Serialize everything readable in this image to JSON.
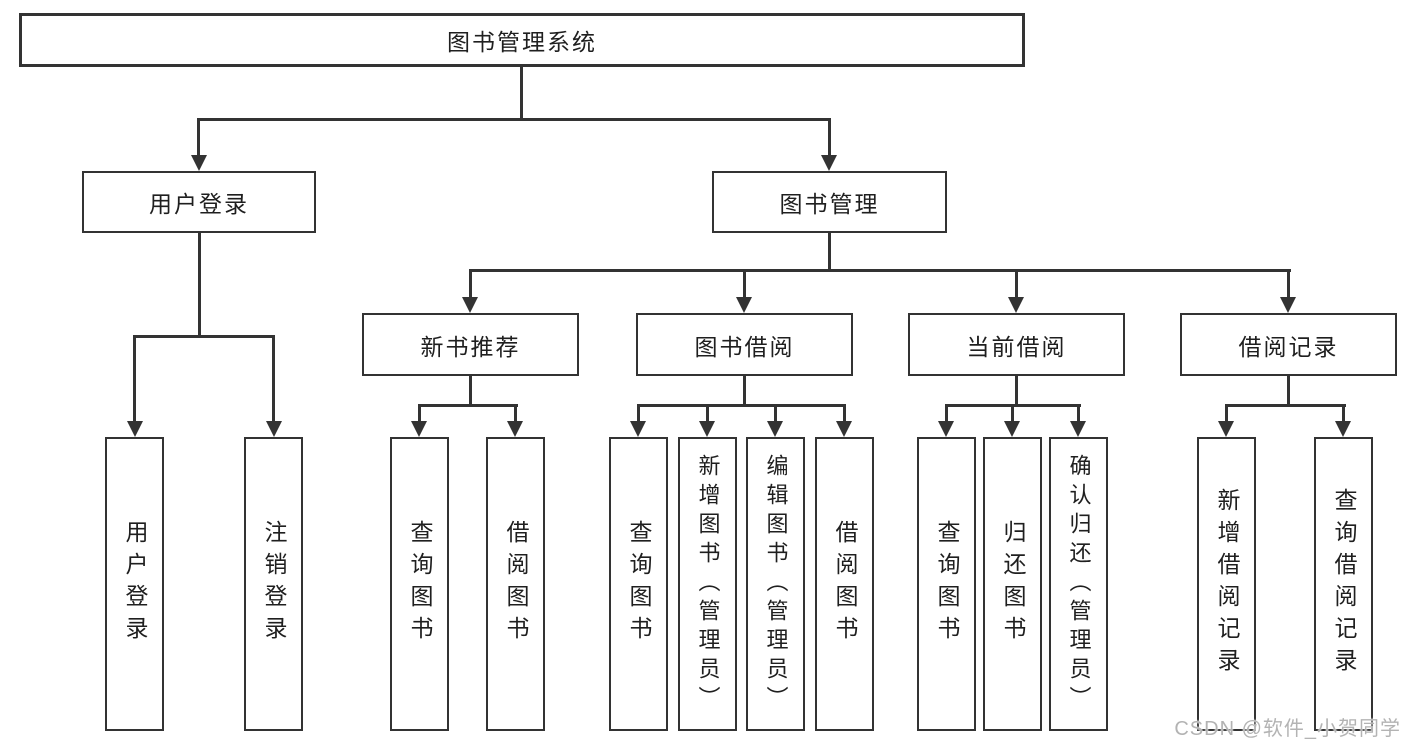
{
  "nodes": {
    "root": "图书管理系统",
    "user_login": "用户登录",
    "book_mgmt": "图书管理",
    "new_book_rec": "新书推荐",
    "book_borrow": "图书借阅",
    "current_borrow": "当前借阅",
    "borrow_record": "借阅记录",
    "leaf_user_login": "用户登录",
    "leaf_logout": "注销登录",
    "leaf_query_book_a": "查询图书",
    "leaf_borrow_book_a": "借阅图书",
    "leaf_query_book_b": "查询图书",
    "leaf_add_book": "新增图书（管理员）",
    "leaf_edit_book": "编辑图书（管理员）",
    "leaf_borrow_book_b": "借阅图书",
    "leaf_query_book_c": "查询图书",
    "leaf_return_book": "归还图书",
    "leaf_confirm_return": "确认归还（管理员）",
    "leaf_add_record": "新增借阅记录",
    "leaf_query_record": "查询借阅记录"
  },
  "tree": {
    "label": "图书管理系统",
    "children": [
      {
        "label": "用户登录",
        "children": [
          {
            "label": "用户登录"
          },
          {
            "label": "注销登录"
          }
        ]
      },
      {
        "label": "图书管理",
        "children": [
          {
            "label": "新书推荐",
            "children": [
              {
                "label": "查询图书"
              },
              {
                "label": "借阅图书"
              }
            ]
          },
          {
            "label": "图书借阅",
            "children": [
              {
                "label": "查询图书"
              },
              {
                "label": "新增图书（管理员）"
              },
              {
                "label": "编辑图书（管理员）"
              },
              {
                "label": "借阅图书"
              }
            ]
          },
          {
            "label": "当前借阅",
            "children": [
              {
                "label": "查询图书"
              },
              {
                "label": "归还图书"
              },
              {
                "label": "确认归还（管理员）"
              }
            ]
          },
          {
            "label": "借阅记录",
            "children": [
              {
                "label": "新增借阅记录"
              },
              {
                "label": "查询借阅记录"
              }
            ]
          }
        ]
      }
    ]
  },
  "watermark": {
    "text": "CSDN @软件_小贺同学"
  },
  "colors": {
    "line": "#333333",
    "box_border": "#333333",
    "text": "#1f1f1f",
    "background": "#ffffff",
    "watermark": "#b3b3b3"
  }
}
